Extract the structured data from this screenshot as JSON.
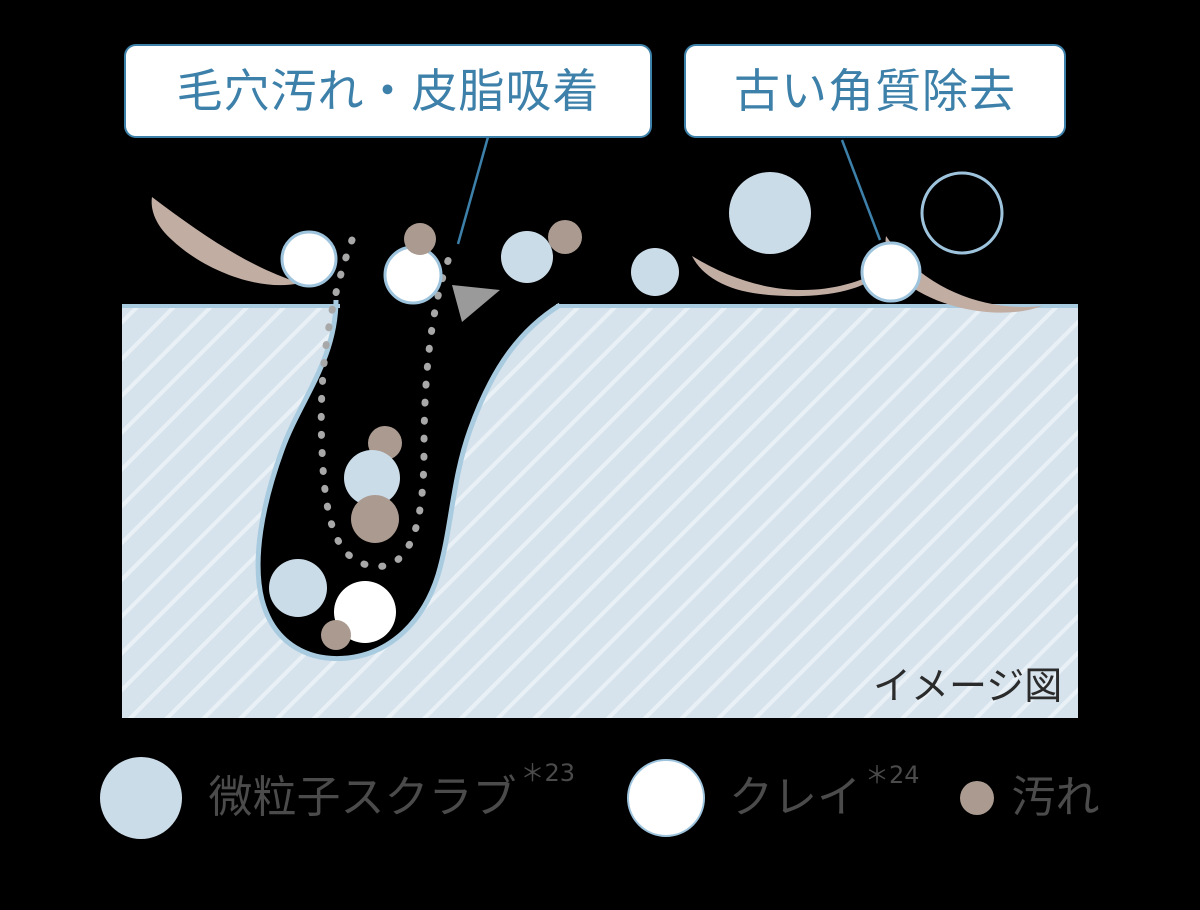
{
  "diagram": {
    "title_caption": "イメージ図",
    "callouts": [
      {
        "id": "pore-cleansing",
        "text": "毛穴汚れ・皮脂吸着"
      },
      {
        "id": "keratin-removal",
        "text": "古い角質除去"
      }
    ],
    "legend": [
      {
        "id": "scrub",
        "label": "微粒子スクラブ",
        "note": "＊23",
        "swatch": "filled-circle",
        "color": "#cbdce9"
      },
      {
        "id": "clay",
        "label": "クレイ",
        "note": "＊24",
        "swatch": "outlined-circle",
        "color": "#ffffff",
        "stroke": "#9ec4dd"
      },
      {
        "id": "dirt",
        "label": "汚れ",
        "note": "",
        "swatch": "small-filled-circle",
        "color": "#ab9a90"
      }
    ],
    "colors": {
      "background": "#000000",
      "skin_fill": "#d6e3ec",
      "skin_stripe": "#e9f1f6",
      "skin_edge": "#a9cbe0",
      "accent_blue": "#3d80a9",
      "leader_line": "#3d80a9",
      "scrub_particle": "#cbdce9",
      "clay_particle": "#ffffff",
      "clay_stroke": "#9ec4dd",
      "dirt_particle": "#ab9a90",
      "flake": "#c2ada3",
      "arrow_gray": "#9a9a9a",
      "dotted_path": "#a8a8a8",
      "caption_text": "#2b2b2b",
      "legend_text": "#4b4b4b"
    },
    "elements": {
      "skin_block": "cross-section of skin with diagonal hatch texture",
      "pore": "funnel shaped black pore cavity with particles inside",
      "flow_path": "dotted loop path with arrowhead showing dirt lifted out of pore",
      "flakes": "tan crescent shapes representing old keratin flakes"
    }
  }
}
